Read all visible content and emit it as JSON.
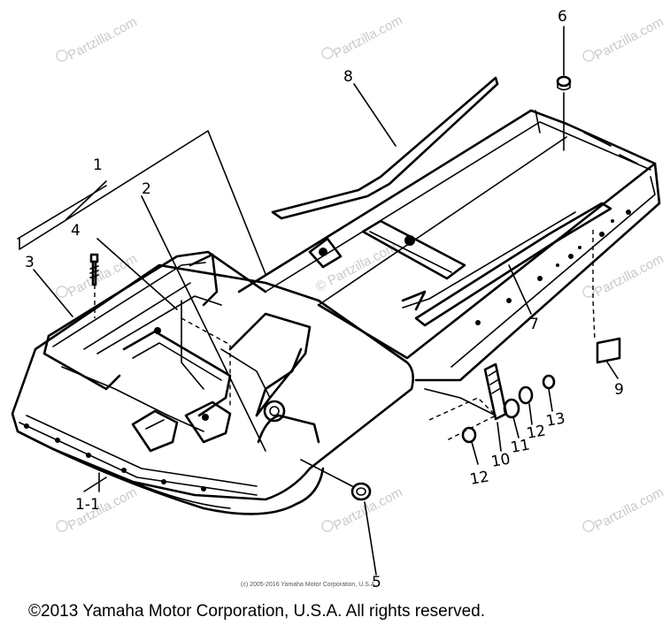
{
  "callouts": {
    "c1": "1",
    "c2": "2",
    "c3": "3",
    "c4": "4",
    "c5": "5",
    "c6": "6",
    "c7": "7",
    "c8": "8",
    "c9": "9",
    "c10": "10",
    "c11": "11",
    "c12a": "12",
    "c12b": "12",
    "c13": "13",
    "c1_1": "1-1"
  },
  "watermark": {
    "text": "Partzilla.com",
    "center_text": "© Partzilla.com"
  },
  "small_copyright": "(c) 2005-2016 Yamaha Motor Corporation, U.S.A.",
  "copyright": "©2013 Yamaha Motor Corporation, U.S.A. All rights reserved."
}
